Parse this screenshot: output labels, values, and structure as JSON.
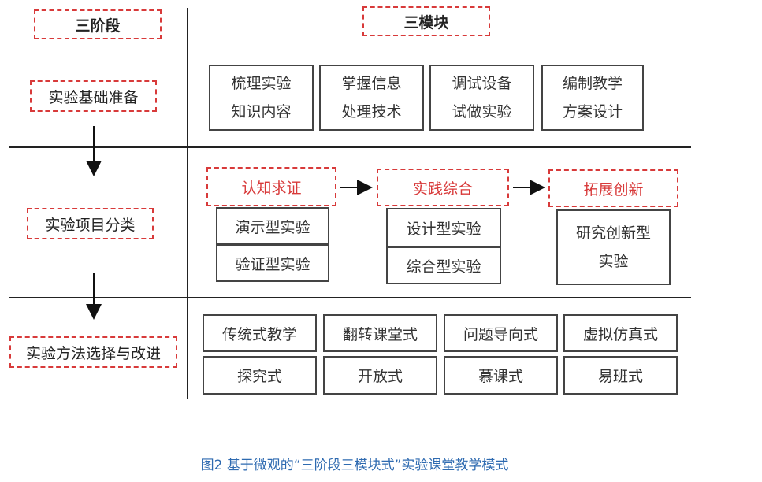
{
  "headers": {
    "stages": "三阶段",
    "modules": "三模块"
  },
  "stages": [
    {
      "label": "实验基础准备"
    },
    {
      "label": "实验项目分类"
    },
    {
      "label": "实验方法选择与改进"
    }
  ],
  "prep_modules": [
    {
      "line1": "梳理实验",
      "line2": "知识内容"
    },
    {
      "line1": "掌握信息",
      "line2": "处理技术"
    },
    {
      "line1": "调试设备",
      "line2": "试做实验"
    },
    {
      "line1": "编制教学",
      "line2": "方案设计"
    }
  ],
  "categories": [
    {
      "title": "认知求证",
      "items": [
        "演示型实验",
        "验证型实验"
      ]
    },
    {
      "title": "实践综合",
      "items": [
        "设计型实验",
        "综合型实验"
      ]
    },
    {
      "title": "拓展创新",
      "items": [
        "研究创新型",
        "实验"
      ]
    }
  ],
  "methods": {
    "row1": [
      "传统式教学",
      "翻转课堂式",
      "问题导向式",
      "虚拟仿真式"
    ],
    "row2": [
      "探究式",
      "开放式",
      "慕课式",
      "易班式"
    ]
  },
  "caption": "图2 基于微观的“三阶段三模块式”实验课堂教学模式"
}
